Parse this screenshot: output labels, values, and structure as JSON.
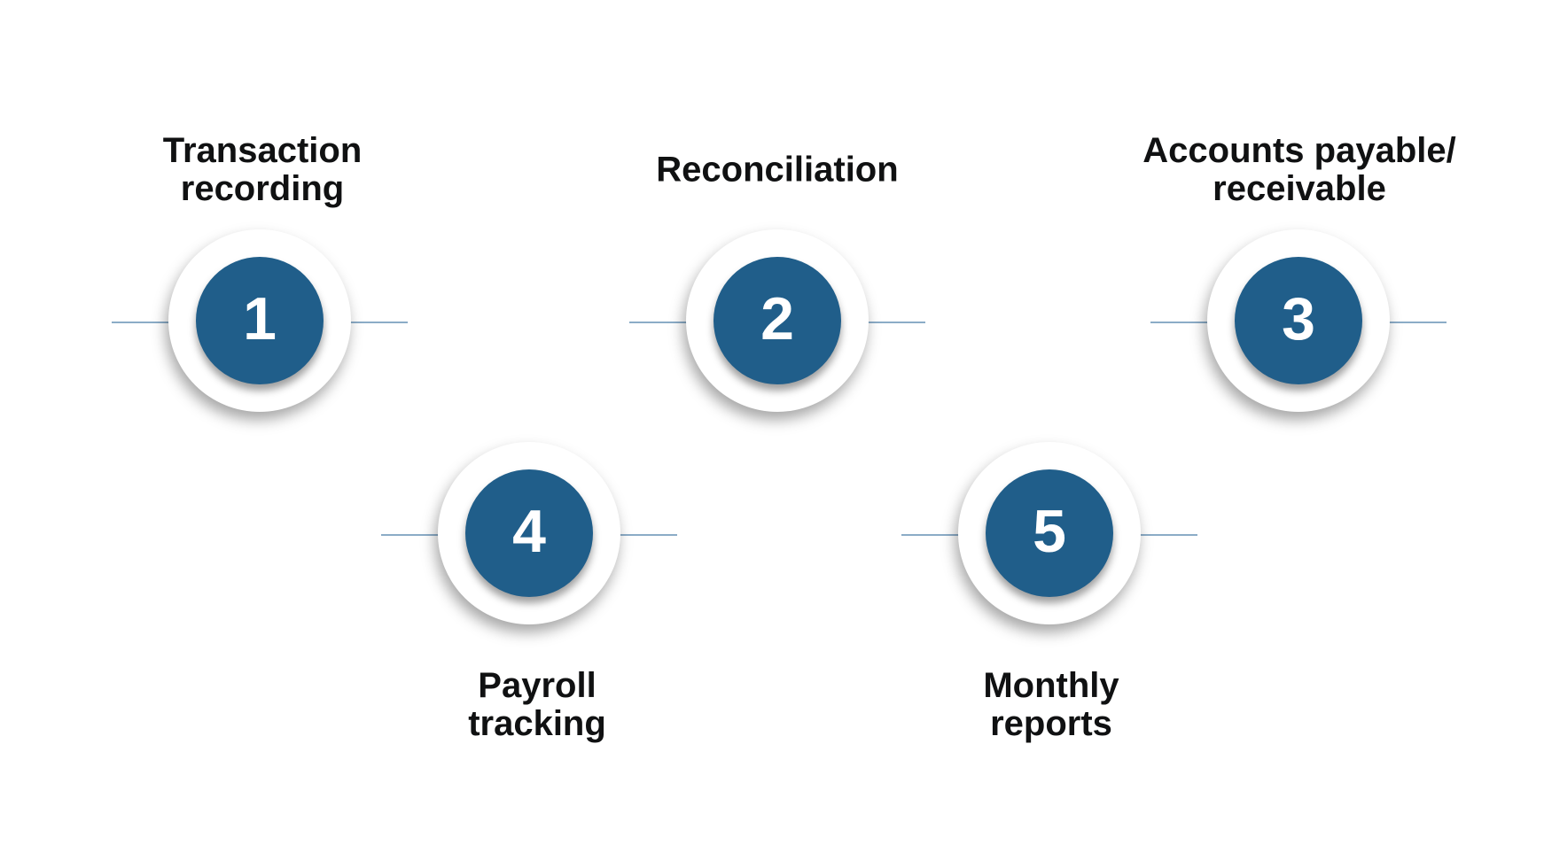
{
  "figure": {
    "type": "numbered-process-steps",
    "steps": [
      {
        "number": "1",
        "label": "Transaction recording",
        "label_lines": [
          "Transaction",
          "recording"
        ]
      },
      {
        "number": "2",
        "label": "Reconciliation",
        "label_lines": [
          "Reconciliation"
        ]
      },
      {
        "number": "3",
        "label": "Accounts payable/ receivable",
        "label_lines": [
          "Accounts payable/",
          "receivable"
        ]
      },
      {
        "number": "4",
        "label": "Payroll tracking",
        "label_lines": [
          "Payroll",
          "tracking"
        ]
      },
      {
        "number": "5",
        "label": "Monthly reports",
        "label_lines": [
          "Monthly",
          "reports"
        ]
      }
    ],
    "colors": {
      "background": "#FFFFFF",
      "circle_fill": "#205E8A",
      "number_color": "#FFFFFF",
      "ring_color": "#FFFFFF",
      "connector_line": "#8BACC7",
      "label_text": "#101112"
    }
  }
}
